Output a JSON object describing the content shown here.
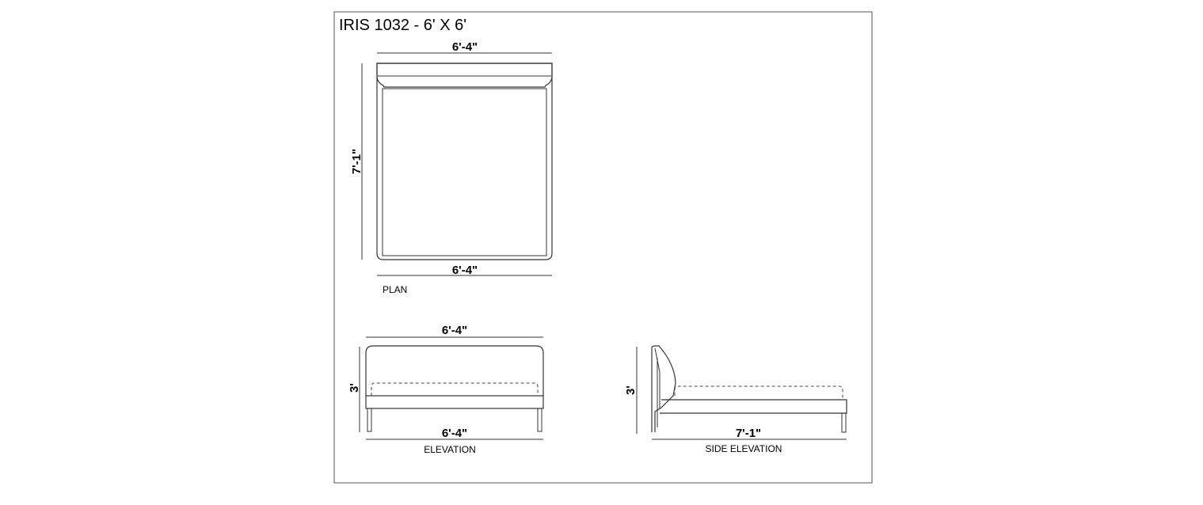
{
  "drawing": {
    "title": "IRIS 1032 - 6' X 6'",
    "plan": {
      "label": "PLAN",
      "top_width": "6'-4\"",
      "bottom_width": "6'-4\"",
      "length": "7'-1\""
    },
    "elevation": {
      "label": "ELEVATION",
      "top_width": "6'-4\"",
      "bottom_width": "6'-4\"",
      "height": "3'"
    },
    "side_elevation": {
      "label": "SIDE ELEVATION",
      "length": "7'-1\"",
      "height": "3'"
    }
  },
  "colors": {
    "line": "#333333",
    "border": "#555555",
    "mattress_dash": "#444444"
  }
}
